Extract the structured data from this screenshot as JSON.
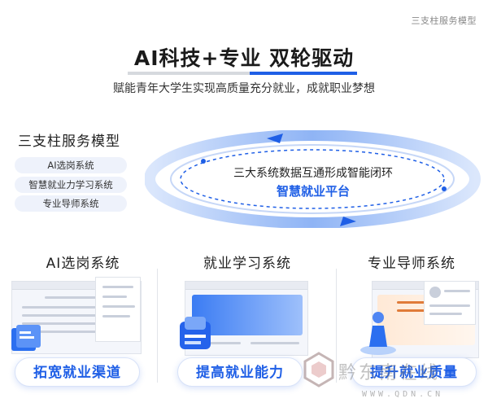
{
  "corner_tag": "三支柱服务模型",
  "header": {
    "headline": "AI科技+专业  双轮驱动",
    "subtitle": "赋能青年大学生实现高质量充分就业，成就职业梦想"
  },
  "model": {
    "title": "三支柱服务模型",
    "items": [
      "AI选岗系统",
      "智慧就业力学习系统",
      "专业导师系统"
    ]
  },
  "orbit": {
    "line1": "三大系统数据互通形成智能闭环",
    "line2": "智慧就业平台"
  },
  "columns": [
    {
      "title": "AI选岗系统",
      "cta": "拓宽就业渠道"
    },
    {
      "title": "就业学习系统",
      "cta": "提高就业能力"
    },
    {
      "title": "专业导师系统",
      "cta": "提升就业质量"
    }
  ],
  "watermark": {
    "text": "黔东南在线",
    "url": "WWW.QDN.CN"
  },
  "colors": {
    "accent": "#1f5fe6",
    "pill_bg": "#eef2fb",
    "orbit_light": "#a9c6f7"
  }
}
